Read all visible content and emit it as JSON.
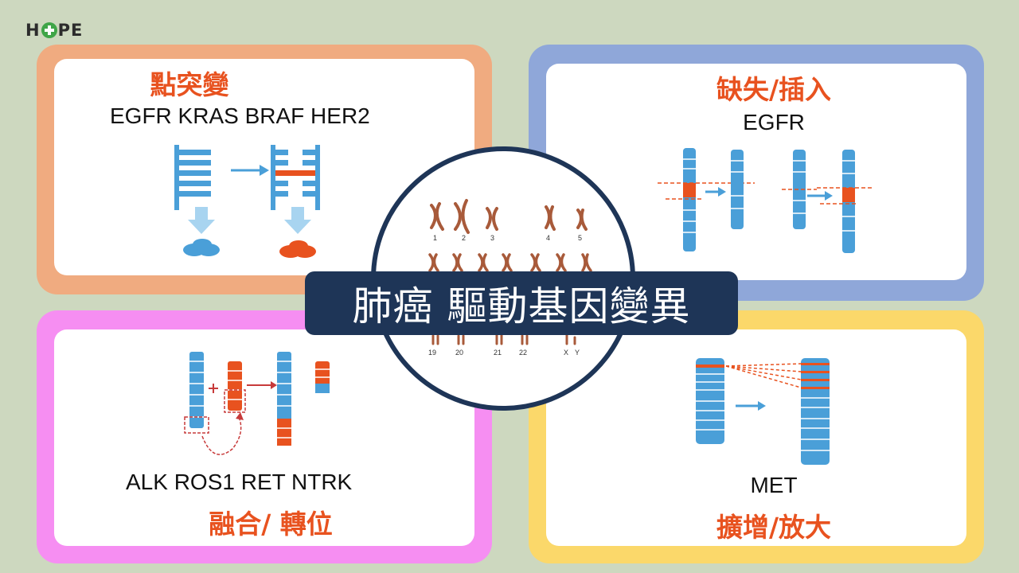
{
  "logo": {
    "text_left": "H",
    "text_right": "PE"
  },
  "title": "肺癌 驅動基因變異",
  "panels": {
    "point_mutation": {
      "heading": "點突變",
      "genes": "EGFR  KRAS BRAF  HER2"
    },
    "deletion_insertion": {
      "heading": "缺失/插入",
      "genes": "EGFR"
    },
    "fusion": {
      "heading": "融合/ 轉位",
      "genes": "ALK  ROS1  RET  NTRK"
    },
    "amplification": {
      "heading": "擴增/放大",
      "genes": "MET"
    }
  },
  "karyotype": {
    "row1_labels": [
      "1",
      "2",
      "3",
      "4",
      "5"
    ],
    "row3_labels": [
      "19",
      "20",
      "21",
      "22",
      "X",
      "Y"
    ]
  },
  "colors": {
    "navy": "#1e3557",
    "accent_red": "#e8521f",
    "chromosome_blue": "#4a9fd8"
  }
}
